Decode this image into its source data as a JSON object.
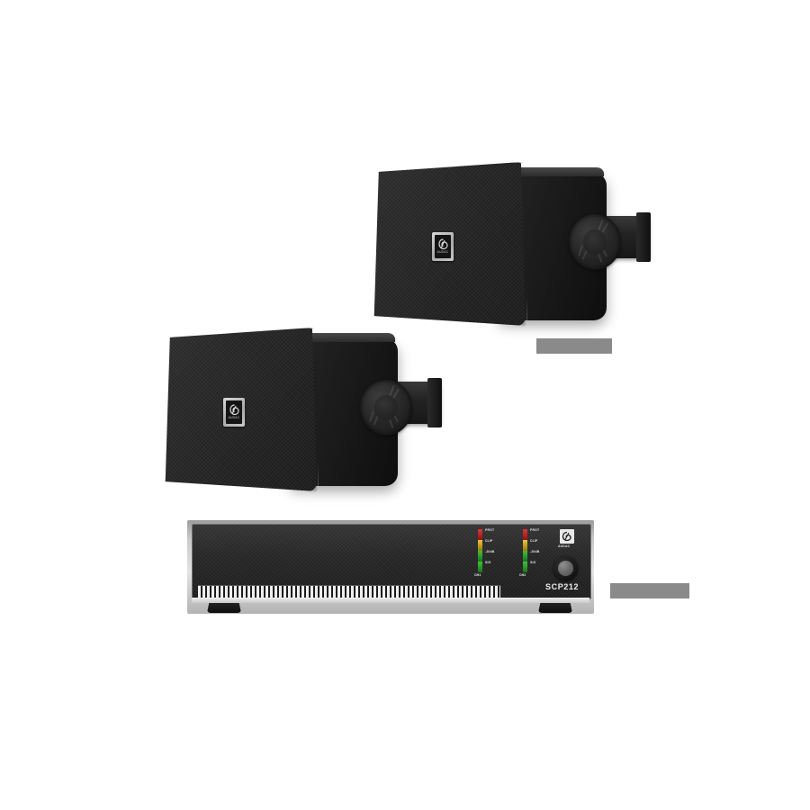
{
  "scene": {
    "title": "AUDAC SCP212 amplifier with two wall-mount speakers",
    "background_color": "#ffffff",
    "alt": "Product photo: a pair of black AUDAC outdoor wall-mount loudspeakers above a black AUDAC SCP212 stereo amplifier"
  },
  "brand": {
    "name": "AUDAC",
    "badge_word": "AUDAC",
    "logo_icon": "audac-swirl-logo"
  },
  "speakers": [
    {
      "id": "speaker-upper-right",
      "position_label": "upper right",
      "color": "#1b1b1b",
      "badge_text": "AUDAC",
      "mount": "wall-bracket"
    },
    {
      "id": "speaker-lower-left",
      "position_label": "lower left",
      "color": "#1b1b1b",
      "badge_text": "AUDAC",
      "mount": "wall-bracket"
    }
  ],
  "amplifier": {
    "model": "SCP212",
    "brand_word": "AUDAC",
    "face_color": "#262626",
    "chassis_color": "#d0d0d0",
    "knob": {
      "name": "volume-knob",
      "label": ""
    },
    "channels": [
      {
        "name": "CH1",
        "leds": [
          {
            "label": "PROT",
            "color": "#c01f1f"
          },
          {
            "label": "CLIP",
            "color": "#d8b117"
          },
          {
            "label": "-20dB",
            "color": "#2aa02a"
          },
          {
            "label": "SIG",
            "color": "#2aa02a"
          }
        ]
      },
      {
        "name": "CH2",
        "leds": [
          {
            "label": "PROT",
            "color": "#c01f1f"
          },
          {
            "label": "CLIP",
            "color": "#d8b117"
          },
          {
            "label": "-20dB",
            "color": "#2aa02a"
          },
          {
            "label": "SIG",
            "color": "#2aa02a"
          }
        ]
      }
    ]
  }
}
